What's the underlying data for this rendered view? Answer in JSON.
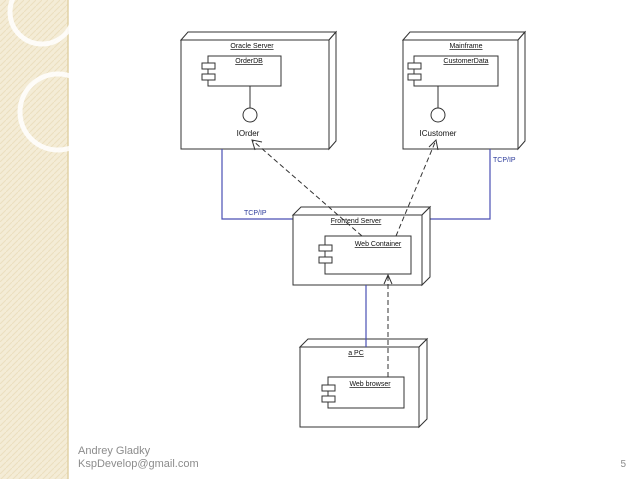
{
  "diagram": {
    "nodes": {
      "oracle_server": "Oracle Server",
      "mainframe": "Mainframe",
      "frontend_server": "Frontend Server",
      "a_pc": "a PC"
    },
    "components": {
      "orderdb": "OrderDB",
      "customerdata": "CustomerData",
      "web_container": "Web Container",
      "web_browser": "Web browser"
    },
    "interfaces": {
      "iorder": "IOrder",
      "icustomer": "ICustomer"
    },
    "links": {
      "left": "TCP/IP",
      "right": "TCP/IP"
    }
  },
  "footer": {
    "author": "Andrey Gladky",
    "email": "KspDevelop@gmail.com",
    "page": "5"
  },
  "colors": {
    "sidebar": "#f4ecd6",
    "sidebar_edge": "#e2d2a6",
    "connector": "#4a4fb3",
    "label": "#2b3a9a",
    "outline": "#333333"
  }
}
